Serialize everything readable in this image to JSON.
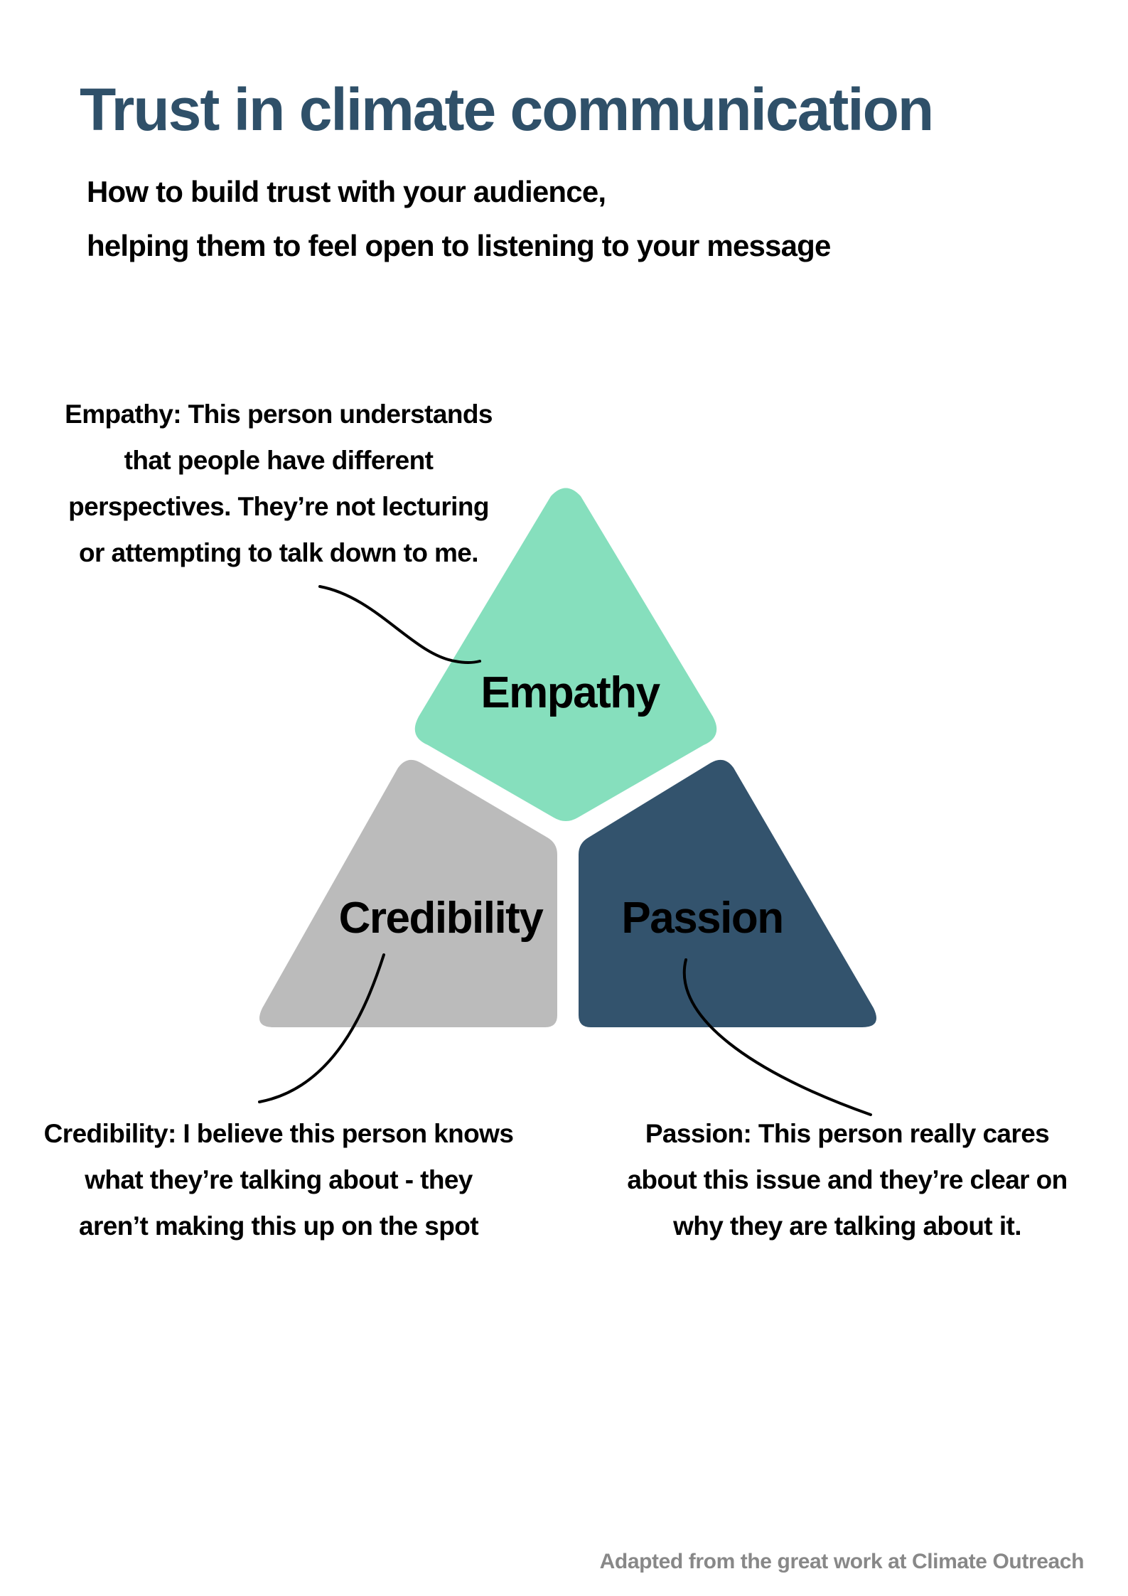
{
  "title": "Trust in climate communication",
  "subtitle": {
    "line1": "How to build trust with your audience,",
    "line2": "helping them to feel open to listening to your message"
  },
  "segments": {
    "empathy": {
      "label": "Empathy",
      "color": "#86dfbd"
    },
    "credibility": {
      "label": "Credibility",
      "color": "#bbbbbb"
    },
    "passion": {
      "label": "Passion",
      "color": "#33536d"
    }
  },
  "notes": {
    "empathy": [
      "Empathy: This person understands",
      "that people have different",
      "perspectives. They’re not lecturing",
      "or attempting to talk down to me."
    ],
    "credibility": [
      "Credibility: I believe this person knows",
      "what they’re talking about - they",
      "aren’t making this up on the spot"
    ],
    "passion": [
      "Passion: This person really cares",
      "about this issue and they’re clear on",
      "why they are talking about it."
    ]
  },
  "source": "Adapted from the great work at Climate Outreach",
  "colors": {
    "title": "#2f5069",
    "text": "#000000",
    "source": "#888888",
    "connector": "#000000"
  }
}
